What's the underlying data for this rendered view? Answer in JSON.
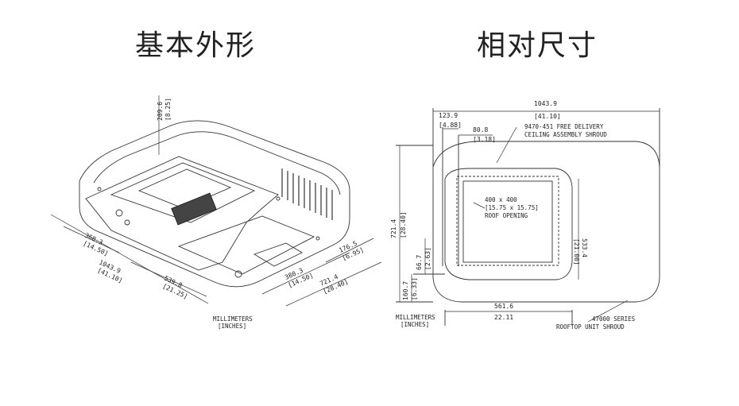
{
  "titles": {
    "left": "基本外形",
    "right": "相对尺寸"
  },
  "iso": {
    "h_height": "209.6",
    "h_height_in": "[8.25]",
    "d1": "368.3",
    "d1_in": "[14.50]",
    "d2": "1043.9",
    "d2_in": "[41.10]",
    "d3": "539.8",
    "d3_in": "[21.25]",
    "d4": "176.5",
    "d4_in": "[6.95]",
    "d5": "380.3",
    "d5_in": "[14.50]",
    "d6": "721.4",
    "d6_in": "[28.40]",
    "units_mm": "MILLIMETERS",
    "units_in": "[INCHES]"
  },
  "plan": {
    "w_total": "1043.9",
    "w_total_in": "[41.10]",
    "w_left": "123.9",
    "w_left_in": "[4.88]",
    "w_gap": "80.8",
    "w_gap_in": "[3.18]",
    "h_total": "721.4",
    "h_total_in": "[28.40]",
    "h_open": "533.4",
    "h_open_in": "[21.00]",
    "h_a": "66.7",
    "h_a_in": "[2.63]",
    "h_b": "160.7",
    "h_b_in": "[6.33]",
    "w_open": "561.6",
    "w_open_in": "22.11",
    "shroud_note_1": "9470-451 FREE DELIVERY",
    "shroud_note_2": "CEILING ASSEMBLY SHROUD",
    "opening_1": "400 x 400",
    "opening_2": "[15.75 x 15.75]",
    "opening_3": "ROOF OPENING",
    "units_mm": "MILLIMETERS",
    "units_in": "[INCHES]",
    "series_1": "47000 SERIES",
    "series_2": "ROOFTOP UNIT SHROUD"
  }
}
